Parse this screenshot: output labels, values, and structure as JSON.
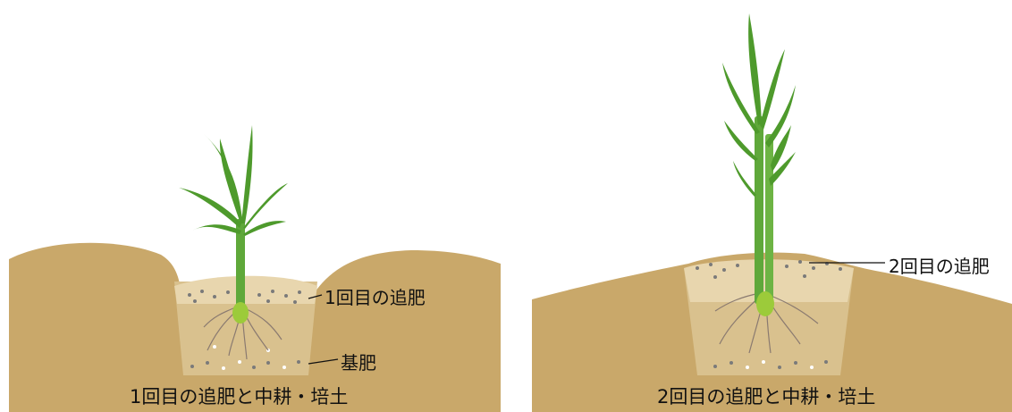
{
  "left_panel": {
    "caption": "1回目の追肥と中耕・培土",
    "topdress_label": "1回目の追肥",
    "base_label": "基肥"
  },
  "right_panel": {
    "caption": "2回目の追肥と中耕・培土",
    "topdress_label": "2回目の追肥"
  },
  "colors": {
    "soil": "#c9a86a",
    "pit": "#d9c18e",
    "ridge_soil": "#e8d6ae",
    "fertilizer": "#7a7a7a",
    "plant_green": "#5fa83a",
    "root": "#8a7a70"
  }
}
